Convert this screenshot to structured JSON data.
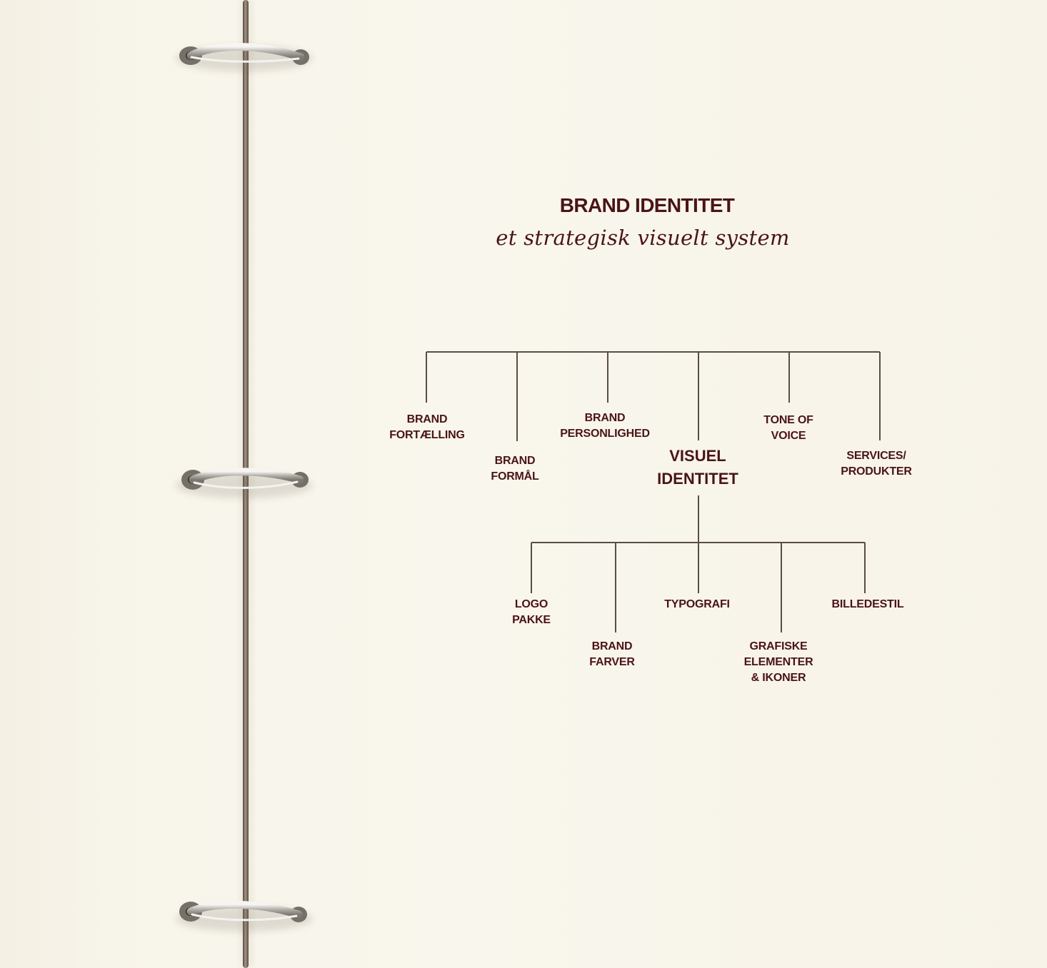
{
  "title": "BRAND IDENTITET",
  "subtitle": "et strategisk visuelt system",
  "top_branches": [
    {
      "id": "brand-fortaelling",
      "label": "BRAND\nFORTÆLLING"
    },
    {
      "id": "brand-formal",
      "label": "BRAND\nFORMÅL"
    },
    {
      "id": "brand-personlighed",
      "label": "BRAND\nPERSONLIGHED"
    },
    {
      "id": "visuel-identitet",
      "label": "VISUEL\nIDENTITET"
    },
    {
      "id": "tone-of-voice",
      "label": "TONE OF\nVOICE"
    },
    {
      "id": "services-produkter",
      "label": "SERVICES/\nPRODUKTER"
    }
  ],
  "sub_branches": [
    {
      "id": "logo-pakke",
      "label": "LOGO\nPAKKE"
    },
    {
      "id": "brand-farver",
      "label": "BRAND\nFARVER"
    },
    {
      "id": "typografi",
      "label": "TYPOGRAFI"
    },
    {
      "id": "grafiske-elementer",
      "label": "GRAFISKE\nELEMENTER\n& IKONER"
    },
    {
      "id": "billedestil",
      "label": "BILLEDESTIL"
    }
  ],
  "colors": {
    "text": "#4a1416",
    "lines": "#5a4d47",
    "paper": "#f8f5ea",
    "binder_rod": "#8a7d70",
    "ring_metal": "#c8c4be"
  }
}
